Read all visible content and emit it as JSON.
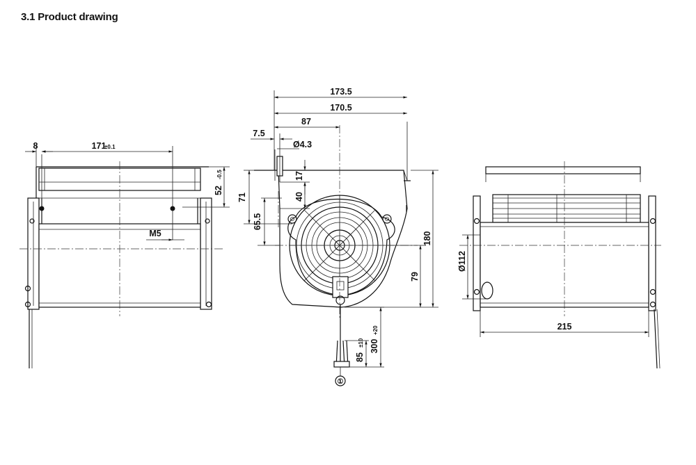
{
  "title": "3.1 Product drawing",
  "views": {
    "left": {
      "dim_8": "8",
      "dim_171": "171",
      "dim_171_tol": "±0.1",
      "dim_52": "52",
      "dim_52_tol": "-0.5",
      "thread": "M5"
    },
    "front": {
      "dim_173_5": "173.5",
      "dim_170_5": "170.5",
      "dim_87": "87",
      "dim_7_5": "7.5",
      "hole": "Ø4.3",
      "dim_17": "17",
      "dim_71": "71",
      "dim_40": "40",
      "dim_65_5": "65.5",
      "dim_180": "180",
      "dim_79": "79",
      "dim_85": "85",
      "dim_85_tol": "±10",
      "dim_300": "300",
      "dim_300_tol": "+20",
      "callout": "①"
    },
    "right": {
      "dia_112": "Ø112",
      "dim_215": "215"
    }
  }
}
